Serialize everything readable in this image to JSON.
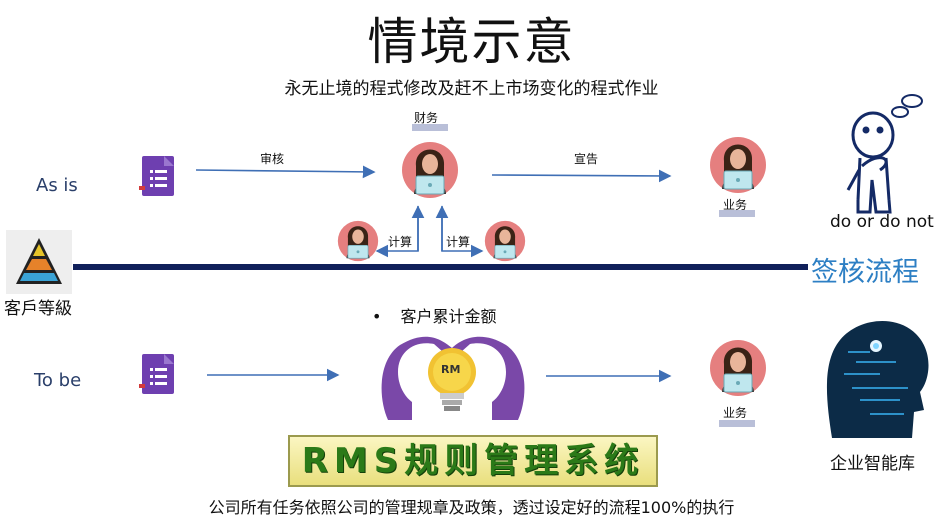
{
  "title": "情境示意",
  "subtitle": "永无止境的程式修改及赶不上市场变化的程式作业",
  "as_is": {
    "row_label": "As is",
    "finance_label": "财务",
    "review_label": "审核",
    "declare_label": "宣告",
    "business_label": "业务",
    "calc_left_label": "计算",
    "calc_right_label": "计算"
  },
  "side": {
    "tier_label": "客戶等級",
    "do_or_do_not": "do or do not",
    "sign_flow": "签核流程",
    "library": "企业智能库"
  },
  "to_be": {
    "row_label": "To be",
    "bullet": "客户累计金额",
    "rm_label": "RM",
    "business_label": "业务"
  },
  "rms_title": "RMS规则管理系统",
  "footer": "公司所有任务依照公司的管理规章及政策，透过设定好的流程100%的执行",
  "colors": {
    "divider": "#10205a",
    "arrow": "#3f6fb5",
    "purple": "#7a48a8",
    "rms_text": "#2b7a18",
    "sign_flow": "#2d7fc4"
  },
  "icons": [
    "form-icon",
    "person-laptop-icon",
    "pyramid-icon",
    "thinking-man-icon",
    "brain-bulb-icon",
    "head-circuit-icon"
  ]
}
